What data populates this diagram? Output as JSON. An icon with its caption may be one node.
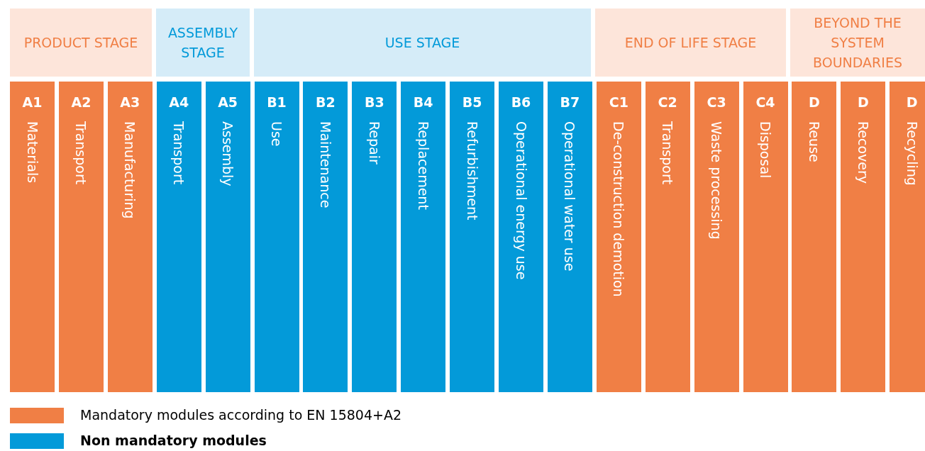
{
  "diagram": {
    "nodes": [
      {
        "text": [
          "PRODUCT STAGE"
        ]
      },
      {
        "text": [
          "ASSEMBLY STAGE"
        ]
      },
      {
        "text": [
          "USE STAGE"
        ]
      },
      {
        "text": [
          "END OF LIFE STAGE"
        ]
      },
      {
        "text": [
          "BEYOND THE SYSTEM BOUNDARIES"
        ]
      },
      {
        "text": [
          "A1",
          "Materials"
        ]
      },
      {
        "text": [
          "A2",
          "Transport"
        ]
      },
      {
        "text": [
          "A3",
          "Manufacturing"
        ]
      },
      {
        "text": [
          "A4",
          "Transport"
        ]
      },
      {
        "text": [
          "A5",
          "Assembly"
        ]
      },
      {
        "text": [
          "B1",
          "Use"
        ]
      },
      {
        "text": [
          "B2",
          "Maintenance"
        ]
      },
      {
        "text": [
          "B3",
          "Repair"
        ]
      },
      {
        "text": [
          "B4",
          "Replacement"
        ]
      },
      {
        "text": [
          "B5",
          "Refurbishment"
        ]
      },
      {
        "text": [
          "B6",
          "Operational energy use"
        ]
      },
      {
        "text": [
          "B7",
          "Operational water use"
        ]
      },
      {
        "text": [
          "C1",
          "De-construction demotion"
        ]
      },
      {
        "text": [
          "C2",
          "Transport"
        ]
      },
      {
        "text": [
          "C3",
          "Waste processing"
        ]
      },
      {
        "text": [
          "C4",
          "Disposal"
        ]
      },
      {
        "text": [
          "D",
          "Reuse"
        ]
      },
      {
        "text": [
          "D",
          "Recovery"
        ]
      },
      {
        "text": [
          "D",
          "Recycling"
        ]
      }
    ],
    "legend": [
      {
        "text": "Mandatory modules according to EN 15804+A2",
        "color": "#f07f45"
      },
      {
        "text": "Non mandatory modules",
        "color": "#039ad9"
      }
    ]
  }
}
